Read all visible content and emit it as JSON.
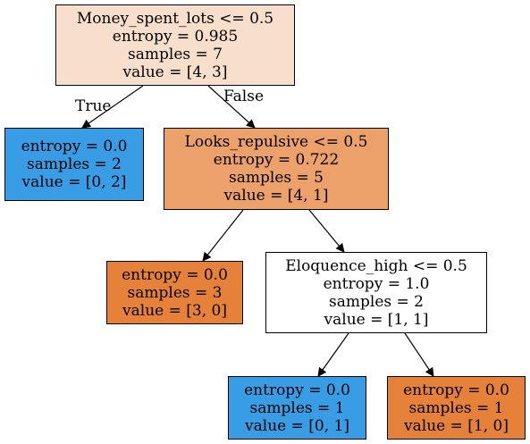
{
  "tree": {
    "nodes": [
      {
        "id": "n0",
        "name": "root-node",
        "lines": [
          "Money_spent_lots <= 0.5",
          "entropy = 0.985",
          "samples = 7",
          "value = [4, 3]"
        ],
        "fill": "#f8dfcc"
      },
      {
        "id": "n1",
        "name": "leaf-node-left",
        "lines": [
          "entropy = 0.0",
          "samples = 2",
          "value = [0, 2]"
        ],
        "fill": "#399de5"
      },
      {
        "id": "n2",
        "name": "split-node-looks-repulsive",
        "lines": [
          "Looks_repulsive <= 0.5",
          "entropy = 0.722",
          "samples = 5",
          "value = [4, 1]"
        ],
        "fill": "#eca06a"
      },
      {
        "id": "n3",
        "name": "leaf-node-middle",
        "lines": [
          "entropy = 0.0",
          "samples = 3",
          "value = [3, 0]"
        ],
        "fill": "#e58139"
      },
      {
        "id": "n4",
        "name": "split-node-eloquence-high",
        "lines": [
          "Eloquence_high <= 0.5",
          "entropy = 1.0",
          "samples = 2",
          "value = [1, 1]"
        ],
        "fill": "#ffffff"
      },
      {
        "id": "n5",
        "name": "leaf-node-bottom-left",
        "lines": [
          "entropy = 0.0",
          "samples = 1",
          "value = [0, 1]"
        ],
        "fill": "#399de5"
      },
      {
        "id": "n6",
        "name": "leaf-node-bottom-right",
        "lines": [
          "entropy = 0.0",
          "samples = 1",
          "value = [1, 0]"
        ],
        "fill": "#e58139"
      }
    ],
    "edges": [
      {
        "from": "n0",
        "to": "n1",
        "label": "True"
      },
      {
        "from": "n0",
        "to": "n2",
        "label": "False"
      },
      {
        "from": "n2",
        "to": "n3",
        "label": ""
      },
      {
        "from": "n2",
        "to": "n4",
        "label": ""
      },
      {
        "from": "n4",
        "to": "n5",
        "label": ""
      },
      {
        "from": "n4",
        "to": "n6",
        "label": ""
      }
    ]
  }
}
